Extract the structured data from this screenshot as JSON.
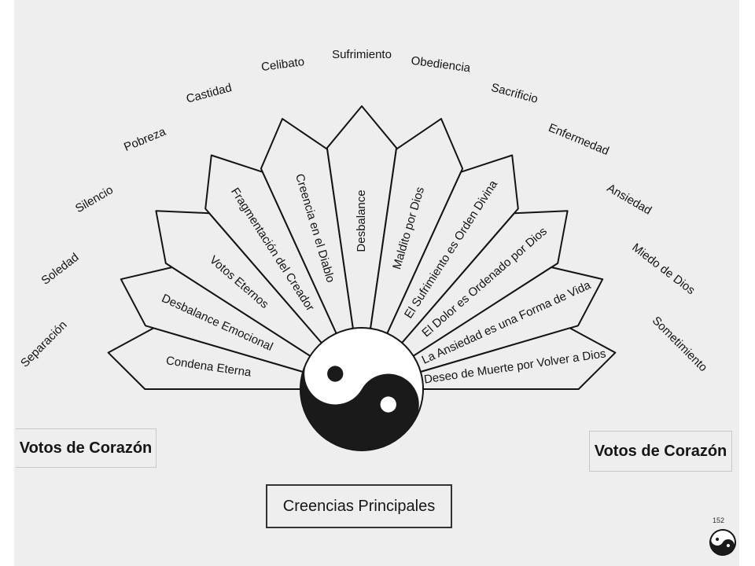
{
  "petals": [
    "Condena Eterna",
    "Desbalance Emocional",
    "Votos Eternos",
    "Fragmentación del Creador",
    "Creencia en el Diablo",
    "Desbalance",
    "Maldito por Dios",
    "El Sufrimiento es Orden Divina",
    "El Dolor es Ordenado por Dios",
    "La Ansiedad es una Forma de Vida",
    "Deseo de Muerte por Volver a Dios"
  ],
  "outer_words": [
    "Separación",
    "Soledad",
    "Silencio",
    "Pobreza",
    "Castidad",
    "Celibato",
    "Sufrimiento",
    "Obediencia",
    "Sacrificio",
    "Enfermedad",
    "Ansiedad",
    "Miedo de Dios",
    "Sometimiento"
  ],
  "labels": {
    "left_box": "Votos de Corazón",
    "right_box": "Votos de Corazón",
    "center_box": "Creencias Principales",
    "corner_number": "152"
  },
  "colors": {
    "ink": "#141414",
    "paper": "#eeeeef",
    "yin": "#1a1a1a"
  }
}
